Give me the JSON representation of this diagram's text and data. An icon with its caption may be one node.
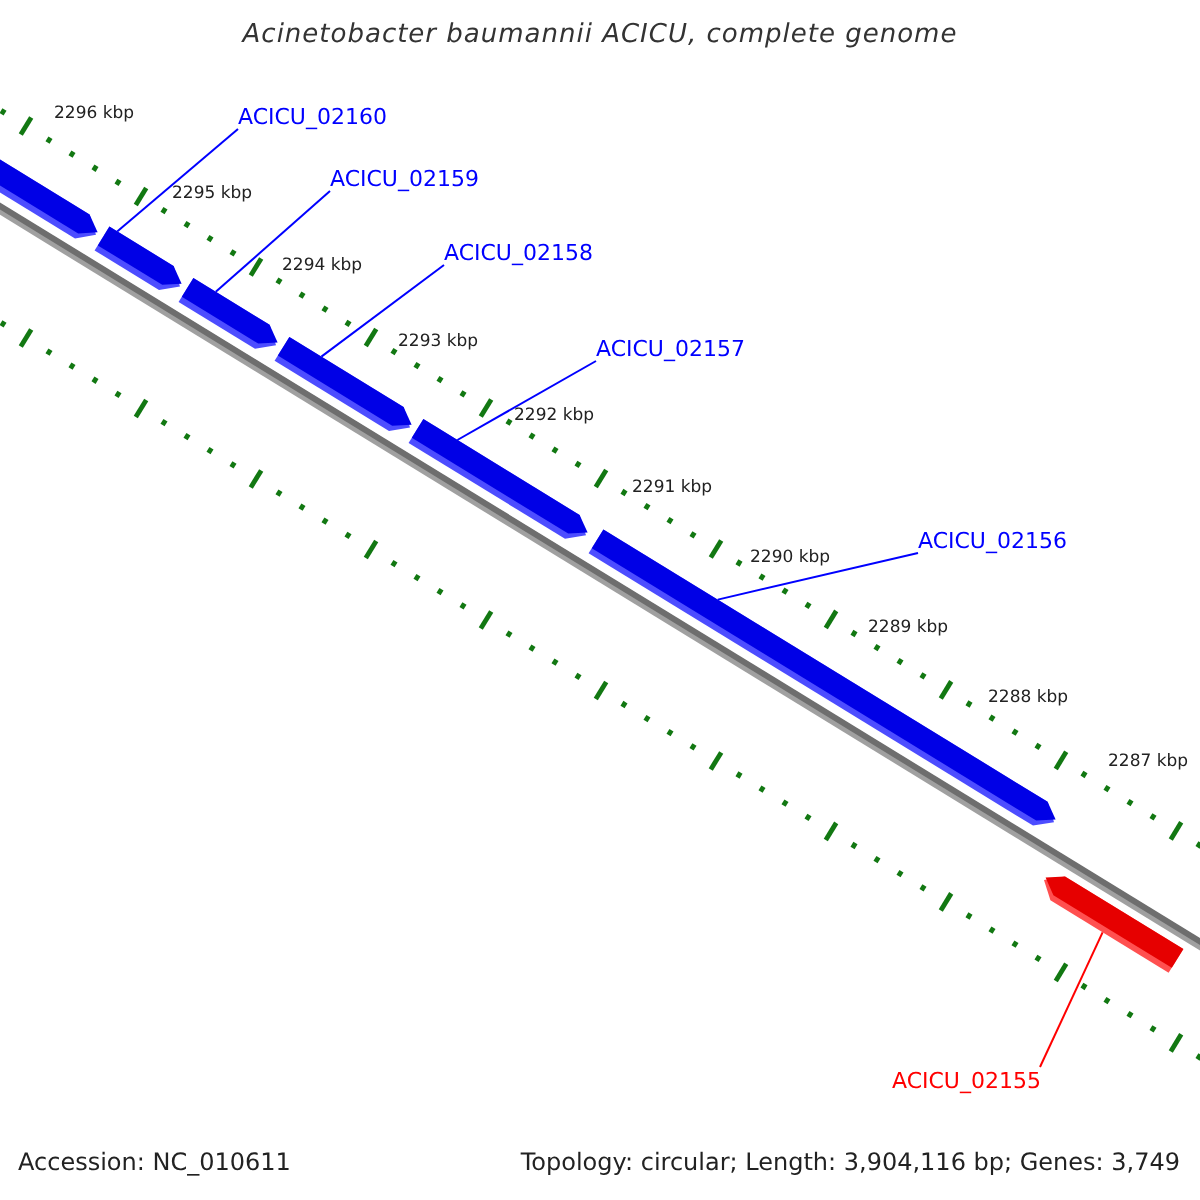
{
  "diagram": {
    "title": "Acinetobacter baumannii ACICU, complete genome",
    "nodes": [
      {
        "text": [
          "ACICU_02160"
        ]
      },
      {
        "text": [
          "ACICU_02159"
        ]
      },
      {
        "text": [
          "ACICU_02158"
        ]
      },
      {
        "text": [
          "ACICU_02157"
        ]
      },
      {
        "text": [
          "ACICU_02156"
        ]
      },
      {
        "text": [
          "ACICU_02155"
        ]
      },
      {
        "text": [],
        "shape": "bar"
      },
      {
        "text": [],
        "shape": "bar"
      },
      {
        "text": [],
        "shape": "bar"
      },
      {
        "text": [],
        "shape": "bar"
      },
      {
        "text": [],
        "shape": "bar"
      },
      {
        "text": [],
        "shape": "bar"
      },
      {
        "text": [],
        "shape": "bar"
      }
    ],
    "edges": [
      {
        "from": 0,
        "to": 7,
        "arrow": "none"
      },
      {
        "from": 1,
        "to": 8,
        "arrow": "none"
      },
      {
        "from": 2,
        "to": 9,
        "arrow": "none"
      },
      {
        "from": 3,
        "to": 10,
        "arrow": "none"
      },
      {
        "from": 4,
        "to": 11,
        "arrow": "none"
      },
      {
        "from": 5,
        "to": 12,
        "arrow": "none",
        "color": "#ff0000"
      }
    ],
    "labels": [
      "2296 kbp",
      "2295 kbp",
      "2294 kbp",
      "2293 kbp",
      "2292 kbp",
      "2291 kbp",
      "2290 kbp",
      "2289 kbp",
      "2288 kbp",
      "2287 kbp",
      "Accession: NC_010611",
      "Topology: circular; Length: 3,904,116 bp; Genes: 3,749"
    ]
  }
}
